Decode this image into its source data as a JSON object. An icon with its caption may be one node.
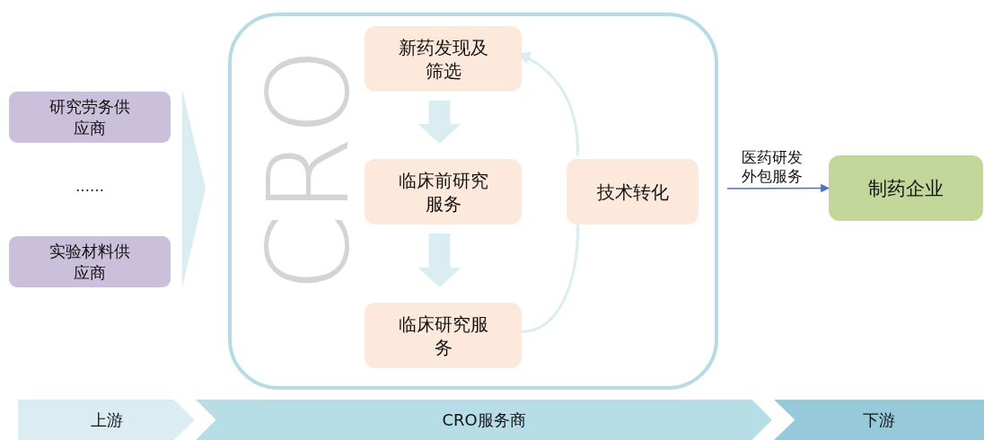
{
  "diagram": {
    "nodes": [
      {
        "text": [
          "CRO"
        ]
      },
      {
        "text": [
          "新药发现及筛选"
        ],
        "in": 0
      },
      {
        "text": [
          "临床前研究服务"
        ],
        "in": 0
      },
      {
        "text": [
          "临床研究服务"
        ],
        "in": 0
      },
      {
        "text": [
          "技术转化"
        ],
        "in": 0
      },
      {
        "text": [
          "研究劳务供应商"
        ]
      },
      {
        "text": [
          "实验材料供应商"
        ]
      },
      {
        "text": [
          "制药企业"
        ]
      },
      {
        "text": [],
        "shape": "triangle"
      },
      {
        "text": [
          "上游"
        ]
      },
      {
        "text": [
          "CRO服务商"
        ]
      },
      {
        "text": [
          "下游"
        ]
      }
    ],
    "edges": [
      {
        "from": 1,
        "to": 2,
        "arrow": "to",
        "style": "thick"
      },
      {
        "from": 2,
        "to": 3,
        "arrow": "to",
        "style": "thick"
      },
      {
        "from": 3,
        "to": 4,
        "arrow": "none"
      },
      {
        "from": 4,
        "to": 1,
        "arrow": "to"
      },
      {
        "from": 0,
        "to": 7,
        "arrow": "to",
        "label": "医药研发外包服务",
        "color": "#4472c4"
      }
    ],
    "labels": [
      "……"
    ]
  }
}
